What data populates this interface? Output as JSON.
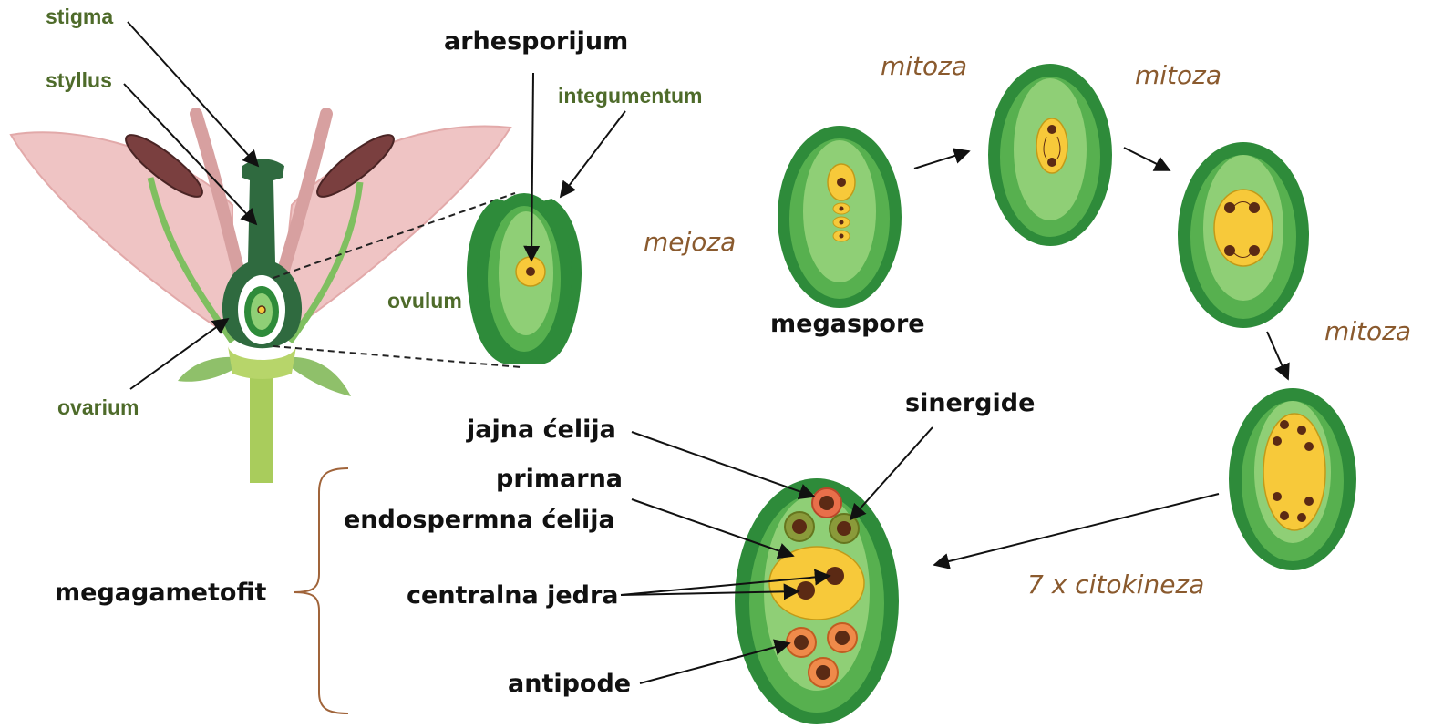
{
  "colors": {
    "petal": "#efc4c4",
    "petal_edge": "#e2a9a9",
    "pistil": "#2f6a3f",
    "stamen_filament": "#7fbf60",
    "anther": "#7a3f3f",
    "stem": "#a9cc5c",
    "sepal": "#8fc06a",
    "integument_dark": "#2e8b3a",
    "integument_light": "#57b04f",
    "nucellus": "#8fcf76",
    "cell_yellow": "#f7c93a",
    "nucleus": "#5b2a14",
    "egg_cell": "#e86f4a",
    "synergid": "#8a9a3a",
    "antipode": "#ef8a4a",
    "green_label": "#4e6b2a",
    "process_label": "#8a5a2e",
    "arrow": "#111111",
    "brace": "#a0643a"
  },
  "labels": {
    "stigma": "stigma",
    "stylus": "styllus",
    "ovarium": "ovarium",
    "ovulum": "ovulum",
    "integument": "integumentum",
    "archesporium": "arhesporijum",
    "megaspore": "megaspore",
    "egg_cell": "jajna ćelija",
    "primary_line1": "primarna",
    "primary_line2": "endospermna ćelija",
    "central_nuclei": "centralna jedra",
    "antipodes": "antipode",
    "synergids": "sinergide",
    "megagametophyte": "megagametofit"
  },
  "process": {
    "meiosis": "mejoza",
    "mitosis_1": "mitoza",
    "mitosis_2": "mitoza",
    "mitosis_3": "mitoza",
    "cytokinesis": "7 x citokineza"
  }
}
